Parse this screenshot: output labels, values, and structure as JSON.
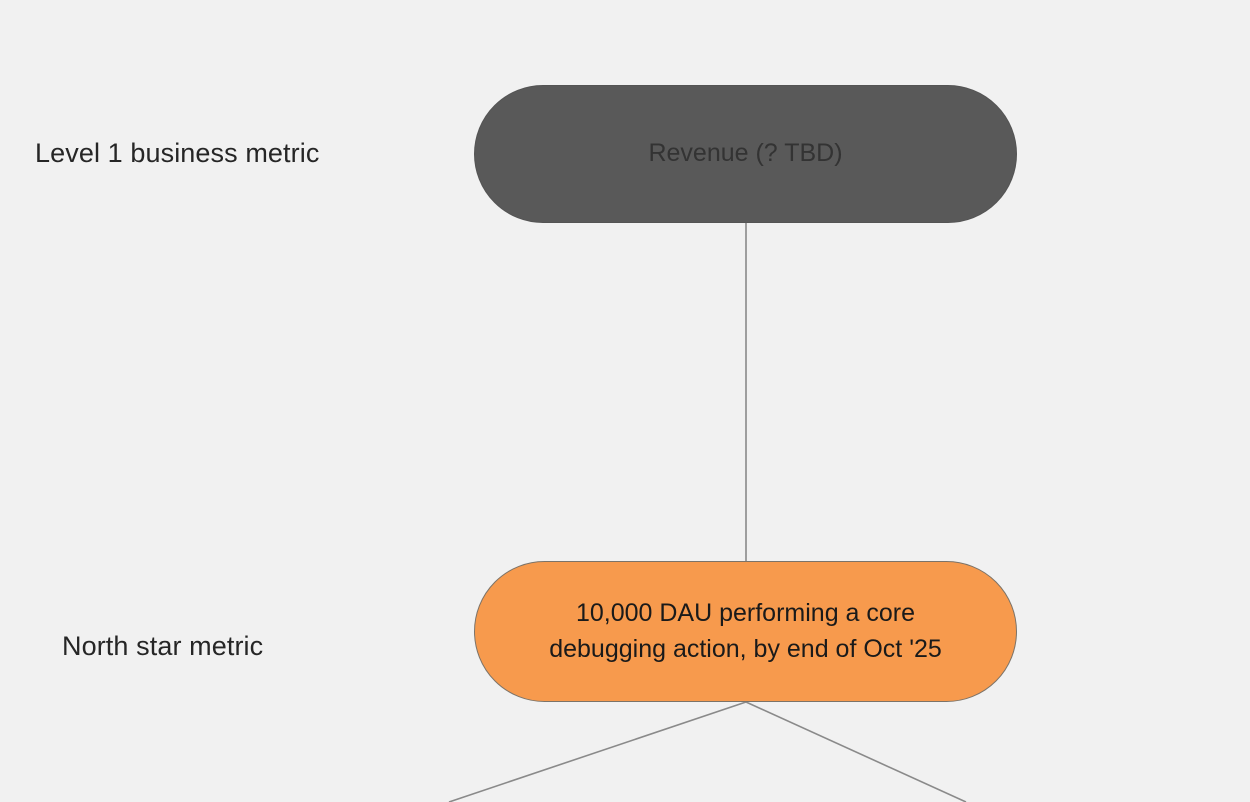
{
  "diagram": {
    "title": "Metric tree",
    "background_color": "#f1f1f1",
    "rows": [
      {
        "id": "level1",
        "label": "Level 1 business metric"
      },
      {
        "id": "northstar",
        "label": "North star metric"
      }
    ],
    "nodes": [
      {
        "id": "revenue",
        "label": "Revenue (? TBD)",
        "shape": "pill",
        "fill_color": "#595959",
        "border_color": "#545454",
        "text_color": "#333333",
        "row": "level1"
      },
      {
        "id": "northstar",
        "label_line_1": "10,000 DAU performing a core",
        "label_line_2": "debugging action, by end of Oct '25",
        "shape": "pill",
        "fill_color": "#f79a4d",
        "border_color": "#7c7368",
        "text_color": "#1a1a1a",
        "row": "northstar"
      }
    ],
    "edges": [
      {
        "id": "revenue-to-northstar",
        "from": "revenue",
        "to": "northstar",
        "color": "#8a8a8a"
      },
      {
        "id": "northstar-branch-left",
        "from": "northstar",
        "to": "child-left",
        "color": "#8a8a8a"
      },
      {
        "id": "northstar-branch-right",
        "from": "northstar",
        "to": "child-right",
        "color": "#8a8a8a"
      }
    ]
  }
}
